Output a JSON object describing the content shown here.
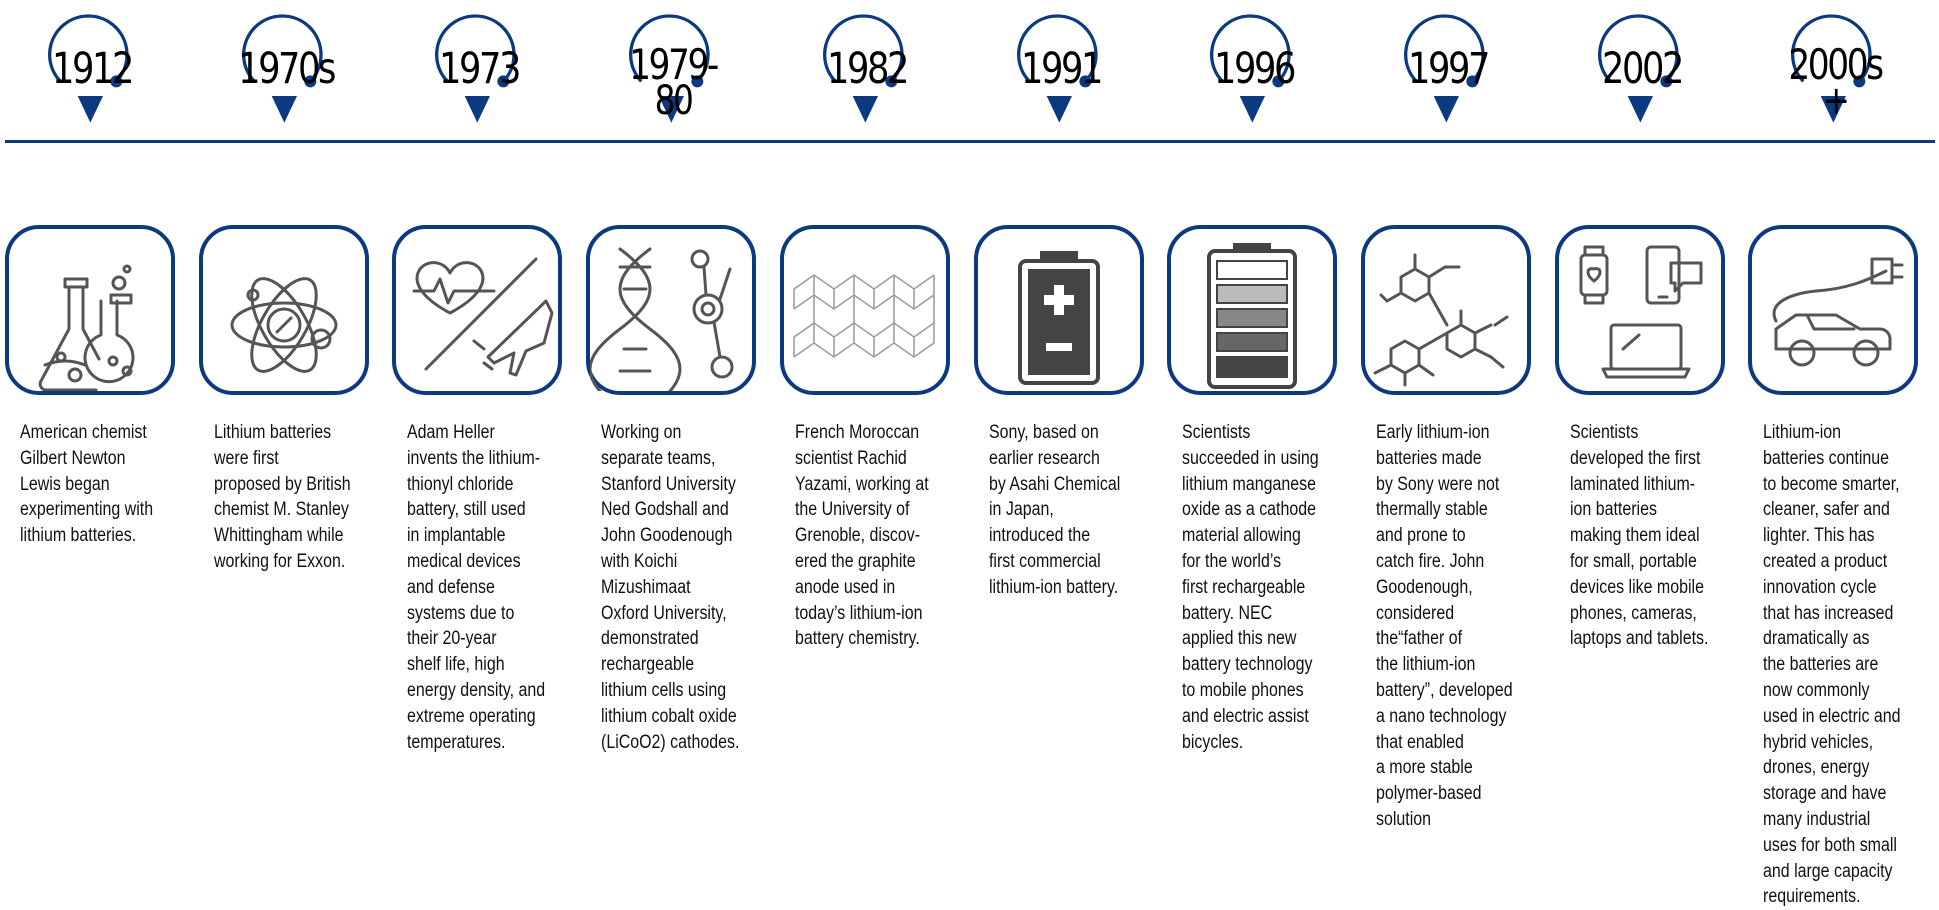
{
  "timeline": [
    {
      "year": "1912",
      "year_sub": "",
      "icon": "chemistry-flasks-icon",
      "text": "American chemist\nGilbert Newton\nLewis began\nexperimenting with\nlithium batteries."
    },
    {
      "year": "1970s",
      "year_sub": "",
      "icon": "atom-icon",
      "text": "Lithium batteries\nwere first\nproposed by British\nchemist M. Stanley\nWhittingham while\nworking for Exxon."
    },
    {
      "year": "1973",
      "year_sub": "",
      "icon": "heartbeat-airplane-icon",
      "text": "Adam Heller\ninvents the lithium-\nthionyl chloride\nbattery, still used\nin implantable\nmedical devices\nand defense\nsystems due to\ntheir 20-year\nshelf life, high\nenergy density, and\nextreme operating\ntemperatures."
    },
    {
      "year": "1979-",
      "year_sub": "80",
      "icon": "dna-molecule-icon",
      "text": "Working on\nseparate teams,\nStanford University\nNed Godshall and\nJohn Goodenough\nwith Koichi\nMizushimaat\nOxford University,\ndemonstrated\nrechargeable\nlithium cells using\nlithium cobalt oxide\n(LiCoO2) cathodes."
    },
    {
      "year": "1982",
      "year_sub": "",
      "icon": "graphite-lattice-icon",
      "text": "French Moroccan\nscientist Rachid\nYazami, working at\nthe University of\nGrenoble, discov-\nered the graphite\nanode used in\ntoday’s lithium-ion\nbattery chemistry."
    },
    {
      "year": "1991",
      "year_sub": "",
      "icon": "battery-icon",
      "text": "Sony, based on\nearlier research\nby Asahi Chemical\nin Japan,\nintroduced the\nfirst commercial\nlithium-ion battery."
    },
    {
      "year": "1996",
      "year_sub": "",
      "icon": "battery-levels-icon",
      "text": "Scientists\nsucceeded in using\nlithium manganese\noxide as a cathode\nmaterial allowing\nfor the world’s\nfirst rechargeable\nbattery. NEC\napplied this new\nbattery technology\nto mobile phones\nand electric assist\nbicycles."
    },
    {
      "year": "1997",
      "year_sub": "",
      "icon": "polymer-molecule-icon",
      "text": "Early lithium-ion\nbatteries made\nby Sony were not\nthermally stable\nand prone to\ncatch fire. John\nGoodenough,\nconsidered\nthe“father of\nthe lithium-ion\nbattery”, developed\na nano technology\nthat enabled\na more stable\npolymer-based\nsolution"
    },
    {
      "year": "2002",
      "year_sub": "",
      "icon": "devices-icon",
      "text": "Scientists\ndeveloped the first\nlaminated lithium-\nion batteries\nmaking them ideal\nfor small, portable\ndevices like mobile\nphones, cameras,\nlaptops and tablets."
    },
    {
      "year": "2000s",
      "year_sub": "+",
      "icon": "electric-car-icon",
      "text": "Lithium-ion\nbatteries continue\nto become smarter,\ncleaner, safer and\nlighter. This has\ncreated a product\ninnovation cycle\nthat has increased\ndramatically as\nthe batteries are\nnow commonly\nused in electric and\nhybrid vehicles,\ndrones, energy\nstorage and have\nmany industrial\nuses for both small\nand large capacity\nrequirements."
    }
  ],
  "colors": {
    "accent": "#0b3a80",
    "icon": "#555555"
  }
}
